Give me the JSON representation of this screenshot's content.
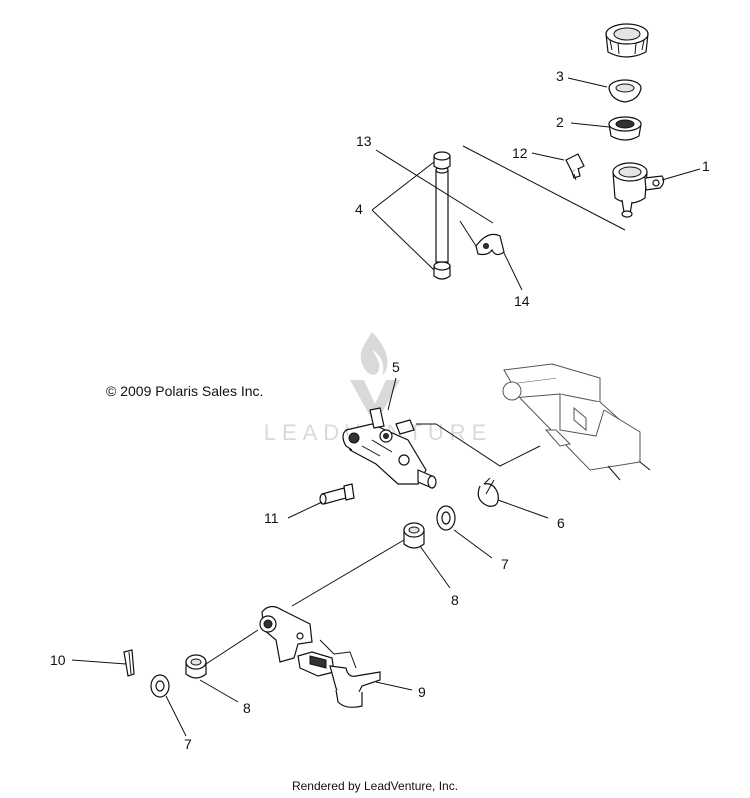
{
  "copyright": "© 2009 Polaris Sales Inc.",
  "watermark": "LEADVENTURE",
  "footer": "Rendered by LeadVenture, Inc.",
  "callouts": {
    "c1": "1",
    "c2": "2",
    "c3": "3",
    "c4": "4",
    "c5": "5",
    "c6": "6",
    "c7a": "7",
    "c7b": "7",
    "c8a": "8",
    "c8b": "8",
    "c9": "9",
    "c10": "10",
    "c11": "11",
    "c12": "12",
    "c13": "13",
    "c14": "14"
  },
  "colors": {
    "line": "#111111",
    "watermark": "#d9d9d9",
    "background": "#ffffff"
  }
}
